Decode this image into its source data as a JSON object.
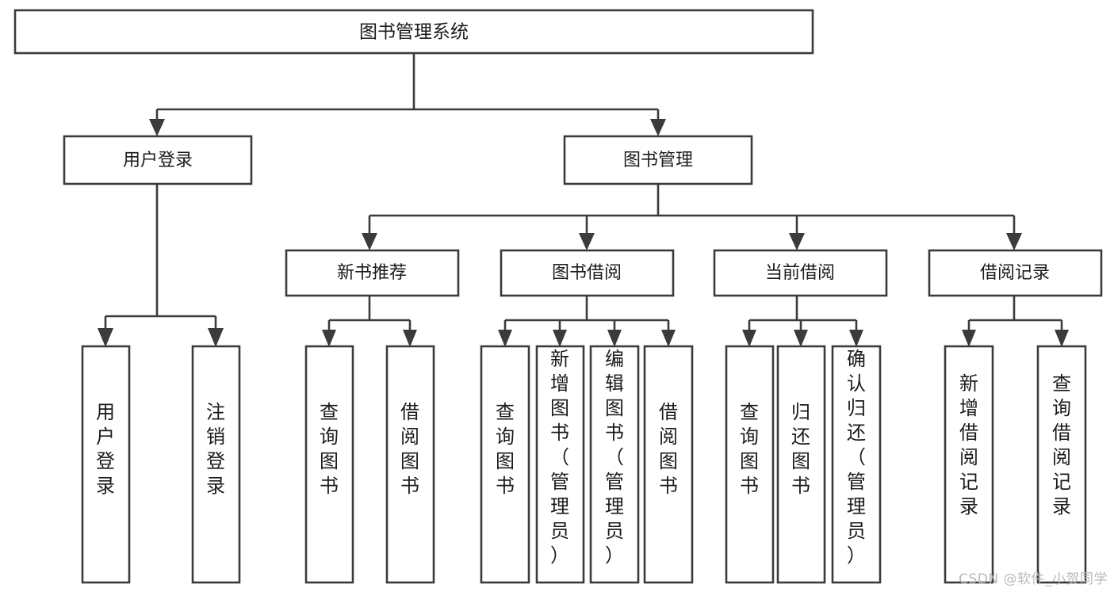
{
  "diagram": {
    "type": "tree-hierarchy",
    "title": "图书管理系统",
    "root": {
      "id": "root",
      "label": "图书管理系统",
      "orientation": "horizontal"
    },
    "level2": [
      {
        "id": "user-login",
        "label": "用户登录",
        "orientation": "horizontal"
      },
      {
        "id": "book-management",
        "label": "图书管理",
        "orientation": "horizontal"
      }
    ],
    "level3": [
      {
        "id": "new-book-recommend",
        "label": "新书推荐",
        "orientation": "horizontal",
        "parent": "book-management"
      },
      {
        "id": "book-borrow",
        "label": "图书借阅",
        "orientation": "horizontal",
        "parent": "book-management"
      },
      {
        "id": "current-borrow",
        "label": "当前借阅",
        "orientation": "horizontal",
        "parent": "book-management"
      },
      {
        "id": "borrow-record",
        "label": "借阅记录",
        "orientation": "horizontal",
        "parent": "book-management"
      }
    ],
    "leaves": [
      {
        "id": "leaf-user-login",
        "label": "用户登录",
        "orientation": "vertical",
        "parent": "user-login"
      },
      {
        "id": "leaf-user-logout",
        "label": "注销登录",
        "orientation": "vertical",
        "parent": "user-login"
      },
      {
        "id": "leaf-query-book-1",
        "label": "查询图书",
        "orientation": "vertical",
        "parent": "new-book-recommend"
      },
      {
        "id": "leaf-borrow-book-1",
        "label": "借阅图书",
        "orientation": "vertical",
        "parent": "new-book-recommend"
      },
      {
        "id": "leaf-query-book-2",
        "label": "查询图书",
        "orientation": "vertical",
        "parent": "book-borrow"
      },
      {
        "id": "leaf-add-book",
        "label": "新增图书（管理员）",
        "orientation": "vertical",
        "parent": "book-borrow"
      },
      {
        "id": "leaf-edit-book",
        "label": "编辑图书（管理员）",
        "orientation": "vertical",
        "parent": "book-borrow"
      },
      {
        "id": "leaf-borrow-book-2",
        "label": "借阅图书",
        "orientation": "vertical",
        "parent": "book-borrow"
      },
      {
        "id": "leaf-query-book-3",
        "label": "查询图书",
        "orientation": "vertical",
        "parent": "current-borrow"
      },
      {
        "id": "leaf-return-book",
        "label": "归还图书",
        "orientation": "vertical",
        "parent": "current-borrow"
      },
      {
        "id": "leaf-confirm-return",
        "label": "确认归还（管理员）",
        "orientation": "vertical",
        "parent": "current-borrow"
      },
      {
        "id": "leaf-add-record",
        "label": "新增借阅记录",
        "orientation": "vertical",
        "parent": "borrow-record"
      },
      {
        "id": "leaf-query-record",
        "label": "查询借阅记录",
        "orientation": "vertical",
        "parent": "borrow-record"
      }
    ]
  },
  "watermark": {
    "text": "CSDN @软件_小贺同学"
  },
  "colors": {
    "box_stroke": "#3b3b3b",
    "box_fill": "#ffffff",
    "text": "#1b1b1b",
    "watermark": "#b9b9b9",
    "background": "#ffffff"
  }
}
